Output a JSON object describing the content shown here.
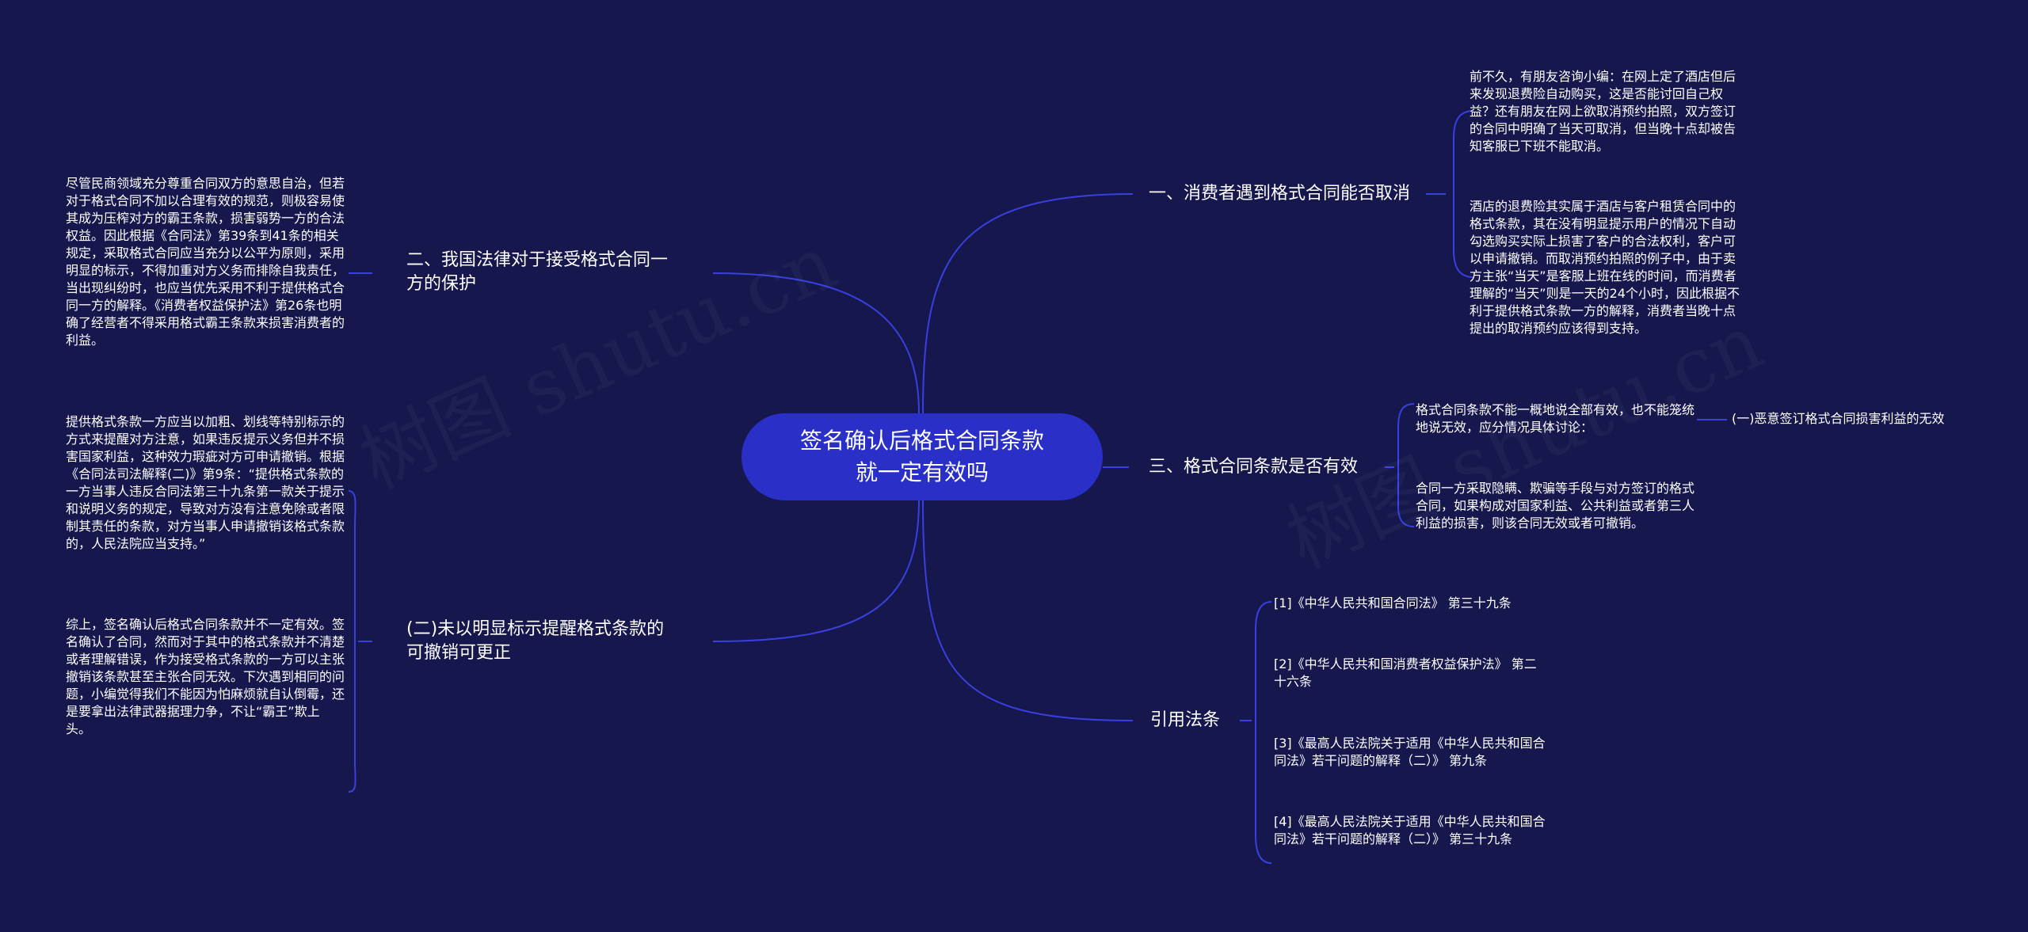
{
  "watermark": "树图 shutu.cn",
  "colors": {
    "background": "#16174d",
    "root": "#2a2fc8",
    "line": "#3a3fe0"
  },
  "root": {
    "line1": "签名确认后格式合同条款",
    "line2": "就一定有效吗"
  },
  "branches": {
    "b1": {
      "label": "一、消费者遇到格式合同能否取消",
      "leaves": [
        "前不久，有朋友咨询小编：在网上定了酒店但后来发现退费险自动购买，这是否能讨回自己权益？还有朋友在网上欲取消预约拍照，双方签订的合同中明确了当天可取消，但当晚十点却被告知客服已下班不能取消。",
        "酒店的退费险其实属于酒店与客户租赁合同中的格式条款，其在没有明显提示用户的情况下自动勾选购买实际上损害了客户的合法权利，客户可以申请撤销。而取消预约拍照的例子中，由于卖方主张“当天”是客服上班在线的时间，而消费者理解的“当天”则是一天的24个小时，因此根据不利于提供格式条款一方的解释，消费者当晚十点提出的取消预约应该得到支持。"
      ]
    },
    "b2": {
      "label": "二、我国法律对于接受格式合同一方的保护",
      "leaves": [
        "尽管民商领域充分尊重合同双方的意思自治，但若对于格式合同不加以合理有效的规范，则极容易使其成为压榨对方的霸王条款，损害弱势一方的合法权益。因此根据《合同法》第39条到41条的相关规定，采取格式合同应当充分以公平为原则，采用明显的标示，不得加重对方义务而排除自我责任，当出现纠纷时，也应当优先采用不利于提供格式合同一方的解释。《消费者权益保护法》第26条也明确了经营者不得采用格式霸王条款来损害消费者的利益。"
      ]
    },
    "b3": {
      "label": "三、格式合同条款是否有效",
      "leaves": [
        "格式合同条款不能一概地说全部有效，也不能笼统地说无效，应分情况具体讨论：",
        "合同一方采取隐瞒、欺骗等手段与对方签订的格式合同，如果构成对国家利益、公共利益或者第三人利益的损害，则该合同无效或者可撤销。"
      ],
      "sub_leaf": "(一)恶意签订格式合同损害利益的无效"
    },
    "b4": {
      "label": "(二)未以明显标示提醒格式条款的可撤销可更正",
      "leaves": [
        "提供格式条款一方应当以加粗、划线等特别标示的方式来提醒对方注意，如果违反提示义务但并不损害国家利益，这种效力瑕疵对方可申请撤销。根据《合同法司法解释(二)》第9条：“提供格式条款的一方当事人违反合同法第三十九条第一款关于提示和说明义务的规定，导致对方没有注意免除或者限制其责任的条款，对方当事人申请撤销该格式条款的，人民法院应当支持。”",
        "综上，签名确认后格式合同条款并不一定有效。签名确认了合同，然而对于其中的格式条款并不清楚或者理解错误，作为接受格式条款的一方可以主张撤销该条款甚至主张合同无效。下次遇到相同的问题，小编觉得我们不能因为怕麻烦就自认倒霉，还是要拿出法律武器据理力争，不让“霸王”欺上头。"
      ]
    },
    "b5": {
      "label": "引用法条",
      "leaves": [
        "[1]《中华人民共和国合同法》 第三十九条",
        "[2]《中华人民共和国消费者权益保护法》 第二十六条",
        "[3]《最高人民法院关于适用《中华人民共和国合同法》若干问题的解释（二）》 第九条",
        "[4]《最高人民法院关于适用《中华人民共和国合同法》若干问题的解释（二）》 第三十九条"
      ]
    }
  }
}
